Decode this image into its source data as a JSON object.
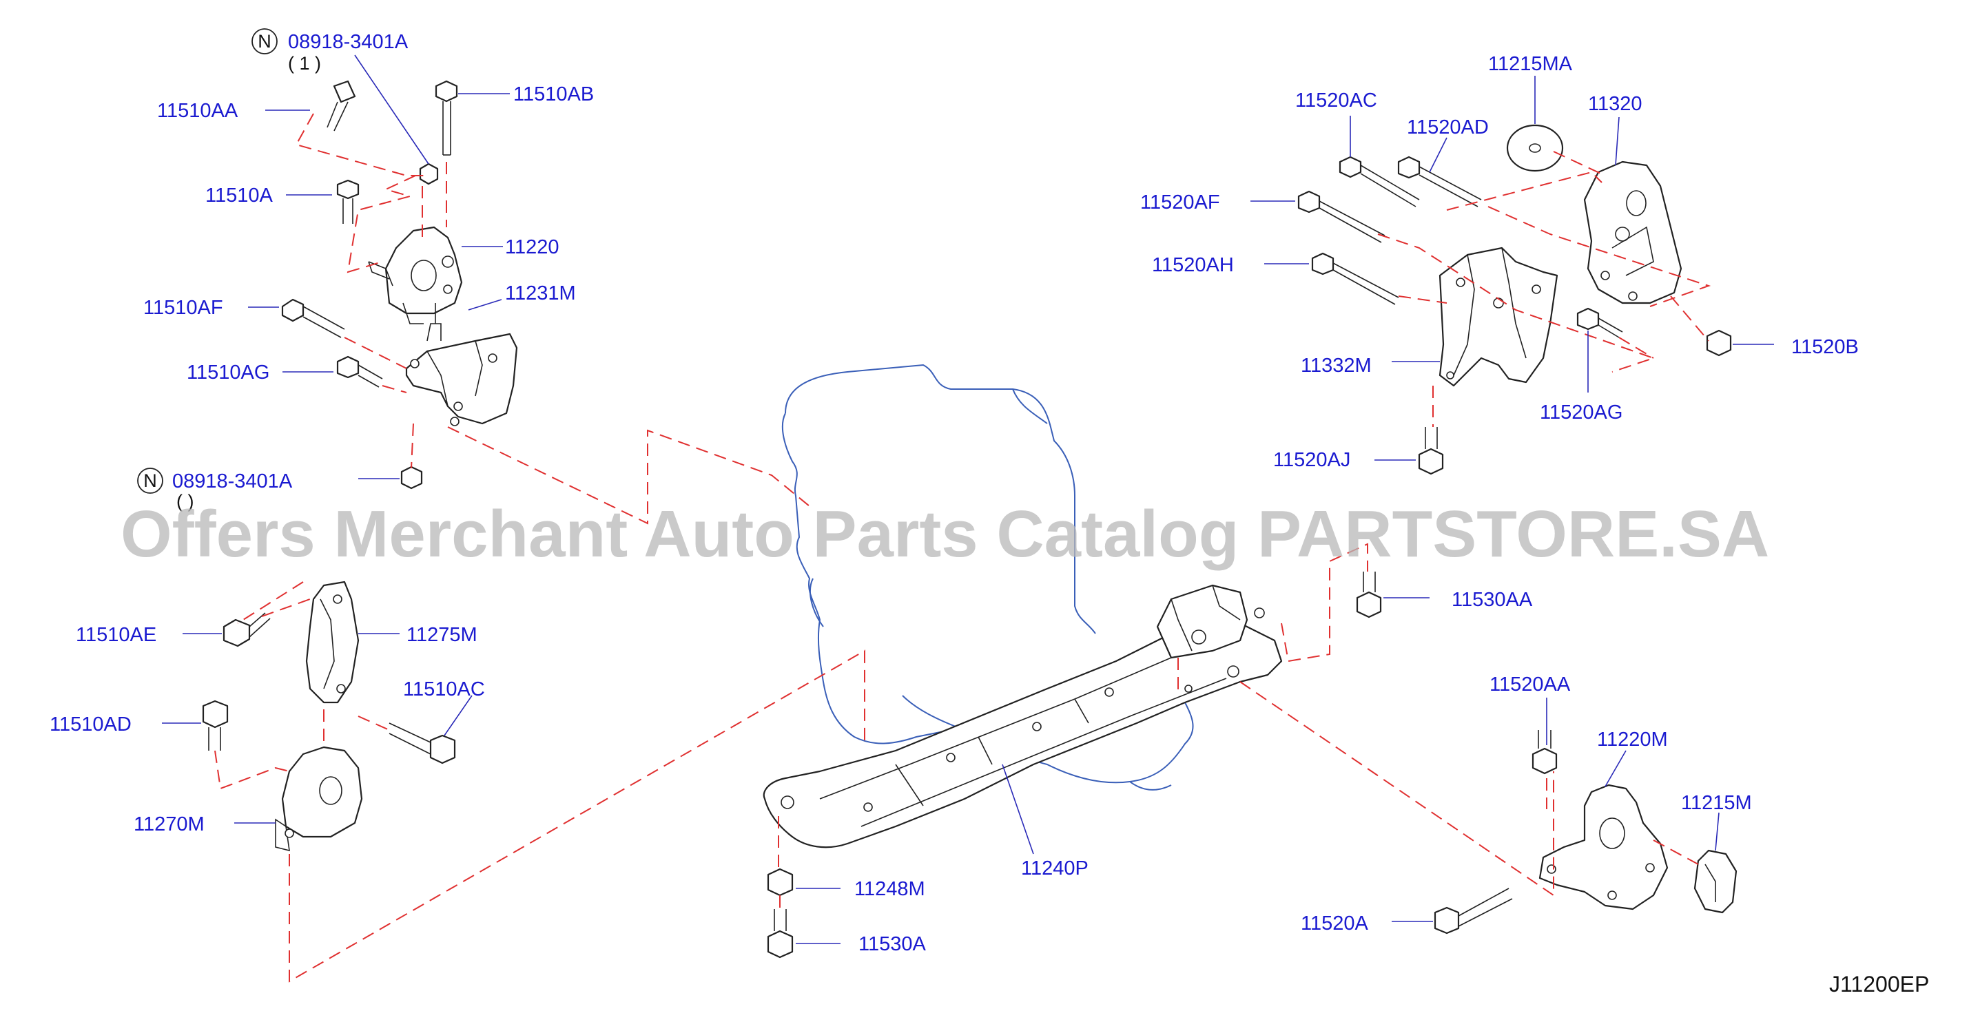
{
  "diagram": {
    "watermark": "Offers Merchant Auto Parts Catalog PARTSTORE.SA",
    "figure_code": "J11200EP",
    "notes": {
      "n_symbol": "N",
      "qty_top": "( 1 )",
      "qty_bottom": "( )"
    },
    "labels": {
      "p08918_top": "08918-3401A",
      "p08918_bottom": "08918-3401A",
      "p11510AA": "11510AA",
      "p11510AB": "11510AB",
      "p11510A": "11510A",
      "p11220": "11220",
      "p11231M": "11231M",
      "p11510AF": "11510AF",
      "p11510AG": "11510AG",
      "p11510AE": "11510AE",
      "p11275M": "11275M",
      "p11510AC": "11510AC",
      "p11510AD": "11510AD",
      "p11270M": "11270M",
      "p11248M": "11248M",
      "p11530A": "11530A",
      "p11240P": "11240P",
      "p11520AC": "11520AC",
      "p11215MA": "11215MA",
      "p11520AD": "11520AD",
      "p11320": "11320",
      "p11520AF": "11520AF",
      "p11520AH": "11520AH",
      "p11520B": "11520B",
      "p11332M": "11332M",
      "p11520AG": "11520AG",
      "p11520AJ": "11520AJ",
      "p11530AA": "11530AA",
      "p11520AA": "11520AA",
      "p11220M": "11220M",
      "p11215M": "11215M",
      "p11520A": "11520A"
    },
    "colors": {
      "label_blue": "#1a1ad0",
      "leader_blue": "#2a2ab8",
      "dash_red": "#e03030",
      "engine_outline": "#3a5fb8",
      "watermark_gray": "#b9b9b9"
    }
  }
}
